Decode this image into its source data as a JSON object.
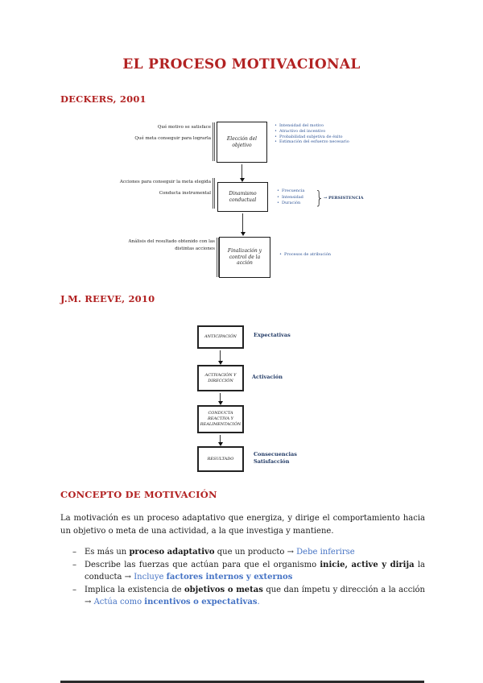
{
  "colors": {
    "heading": "#b22222",
    "diagram_blue": "#2e5496",
    "diagram_navy": "#1f3864",
    "link": "#4472c4"
  },
  "page": {
    "title": "EL PROCESO MOTIVACIONAL"
  },
  "deckers": {
    "heading": "DECKERS, 2001",
    "rows": [
      {
        "labels": [
          "Qué motivo se satisface",
          "Qué meta conseguir para lograrla"
        ],
        "box": "Elección del objetivo",
        "bullets": [
          "Intensidad del motivo",
          "Atractivo del incentivo",
          "Probabilidad subjetiva de éxito",
          "Estimación del esfuerzo necesario"
        ]
      },
      {
        "labels": [
          "Acciones para conseguir la meta elegida",
          "Conducta instrumental"
        ],
        "box": "Dinamismo conductual",
        "bullets": [
          "Frecuencia",
          "Intensidad",
          "Duración"
        ],
        "brace_glyph": "}",
        "result_arrow": "→",
        "result": "PERSISTENCIA"
      },
      {
        "labels": [
          "Análisis del resultado obtenido con las",
          "distintas acciones"
        ],
        "box": "Finalización y control de la acción",
        "bullets": [
          "Procesos de atribución"
        ]
      }
    ]
  },
  "reeve": {
    "heading": "J.M. REEVE, 2010",
    "steps": [
      {
        "box": "ANTICIPACIÓN",
        "side": [
          "Expectativas"
        ]
      },
      {
        "box": "ACTIVACIÓN Y DIRECCIÓN",
        "side": [
          "Activación"
        ]
      },
      {
        "box": "CONDUCTA REACTIVA Y REALIMENTACIÓN",
        "side": []
      },
      {
        "box": "RESULTADO",
        "side": [
          "Consecuencias",
          "Satisfacción"
        ]
      }
    ]
  },
  "concept": {
    "heading": "CONCEPTO DE MOTIVACIÓN",
    "paragraph": "La motivación es un proceso adaptativo que energiza, y dirige el comportamiento hacia un objetivo o meta de una actividad, a la que investiga y mantiene.",
    "bullets": [
      {
        "segments": [
          {
            "t": "Es más un "
          },
          {
            "t": "proceso adaptativo",
            "b": true
          },
          {
            "t": " que un producto → "
          },
          {
            "t": "Debe inferirse",
            "c": "link"
          }
        ]
      },
      {
        "segments": [
          {
            "t": "Describe las fuerzas que actúan para que el organismo "
          },
          {
            "t": "inicie, active y dirija",
            "b": true
          },
          {
            "t": " la conducta → "
          },
          {
            "t": "Incluye ",
            "c": "link"
          },
          {
            "t": "factores internos y externos",
            "b": true,
            "c": "link"
          }
        ]
      },
      {
        "segments": [
          {
            "t": "Implica la existencia de "
          },
          {
            "t": "objetivos o metas",
            "b": true
          },
          {
            "t": " que dan ímpetu y dirección a la acción → "
          },
          {
            "t": "Actúa como ",
            "c": "link"
          },
          {
            "t": "incentivos o expectativas",
            "b": true,
            "c": "link"
          },
          {
            "t": ".",
            "c": "link"
          }
        ]
      }
    ]
  }
}
